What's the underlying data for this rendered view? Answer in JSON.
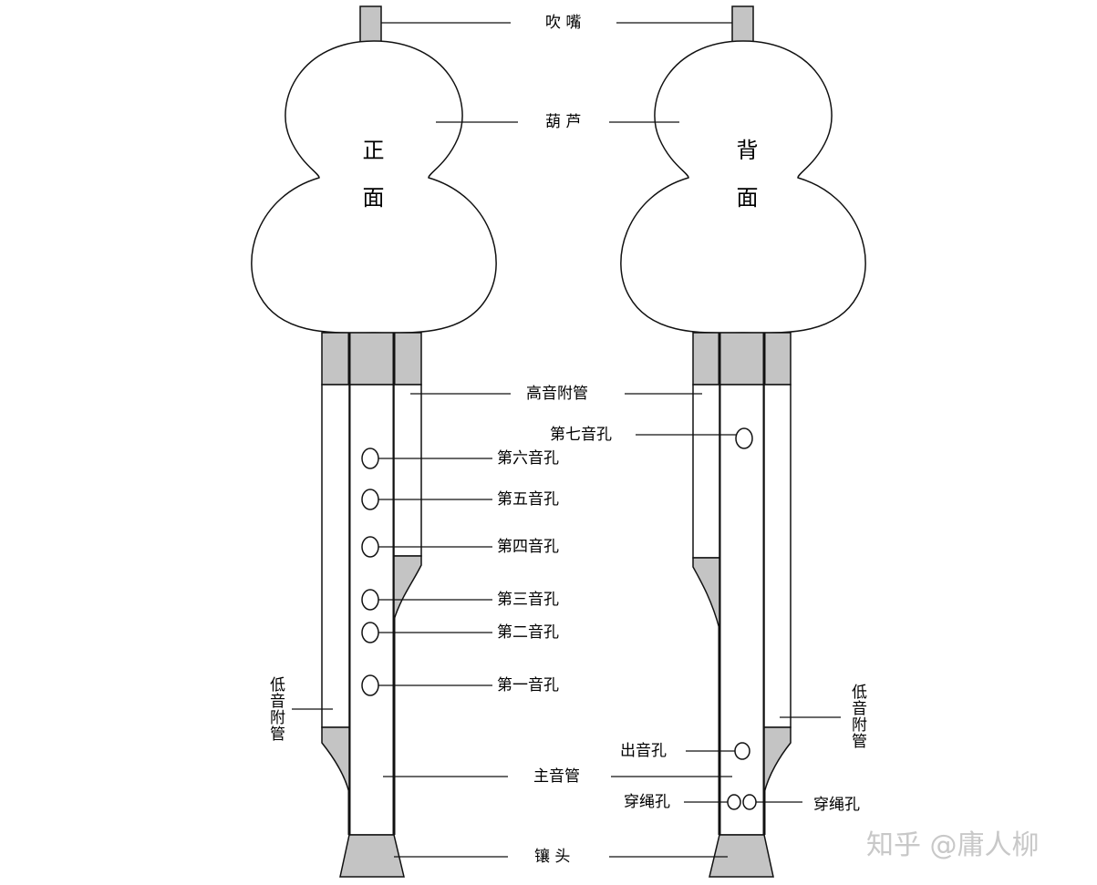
{
  "diagram": {
    "front_title": "正面",
    "back_title": "背面",
    "labels": {
      "mouthpiece": "吹 嘴",
      "gourd": "葫 芦",
      "high_pipe": "高音附管",
      "hole7": "第七音孔",
      "hole6": "第六音孔",
      "hole5": "第五音孔",
      "hole4": "第四音孔",
      "hole3": "第三音孔",
      "hole2": "第二音孔",
      "hole1": "第一音孔",
      "low_pipe_left": "低音附管",
      "low_pipe_right": "低音附管",
      "outlet_hole": "出音孔",
      "main_pipe": "主音管",
      "rope_hole_left": "穿绳孔",
      "rope_hole_right": "穿绳孔",
      "tip": "镶 头"
    },
    "colors": {
      "fill_gray": "#c4c4c4",
      "stroke": "#111111"
    }
  },
  "watermark": "知乎 @庸人柳"
}
